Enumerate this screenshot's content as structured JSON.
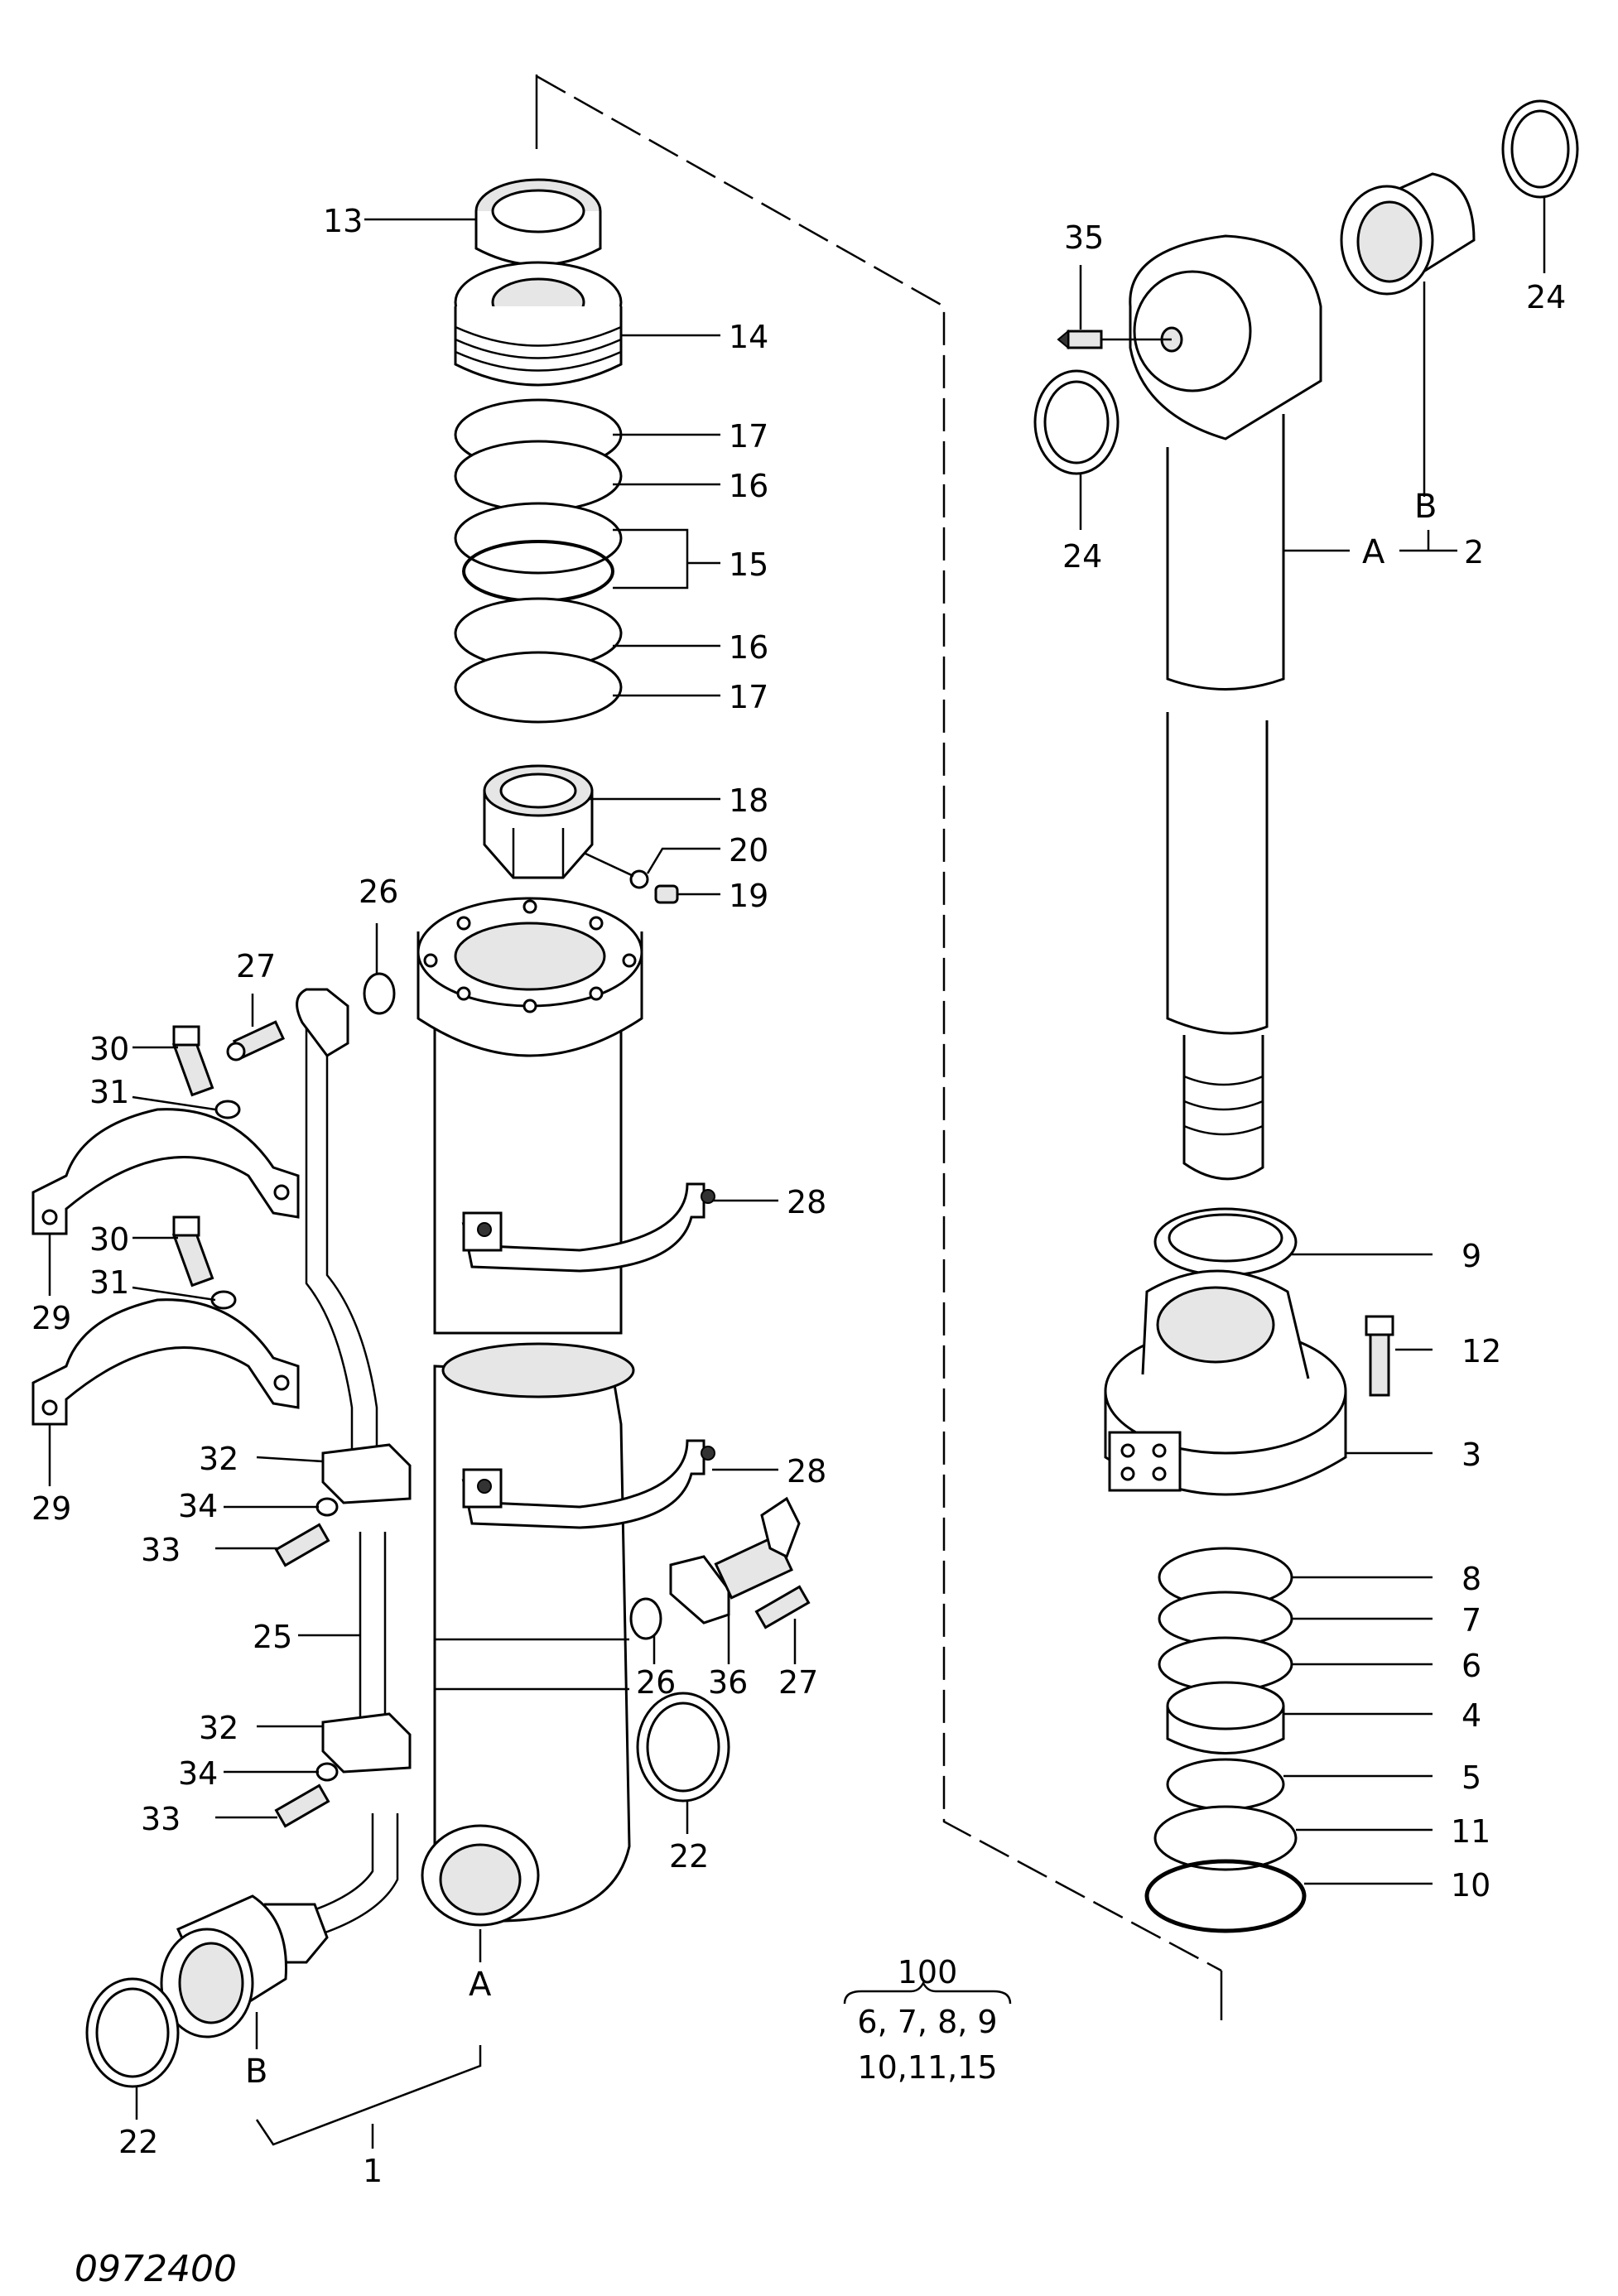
{
  "drawing_code": "0972400",
  "part_labels": [
    "13",
    "14",
    "17",
    "16",
    "15",
    "16",
    "17",
    "18",
    "20",
    "19",
    "26",
    "27",
    "30",
    "31",
    "28",
    "30",
    "31",
    "29",
    "29",
    "32",
    "34",
    "33",
    "28",
    "25",
    "26",
    "36",
    "27",
    "32",
    "34",
    "33",
    "22",
    "22",
    "A",
    "B",
    "1",
    "35",
    "24",
    "24",
    "B",
    "A",
    "2",
    "9",
    "12",
    "3",
    "8",
    "7",
    "6",
    "4",
    "5",
    "11",
    "10"
  ],
  "kit": {
    "number": "100",
    "line1": "6, 7, 8, 9",
    "line2": "10,11,15"
  }
}
